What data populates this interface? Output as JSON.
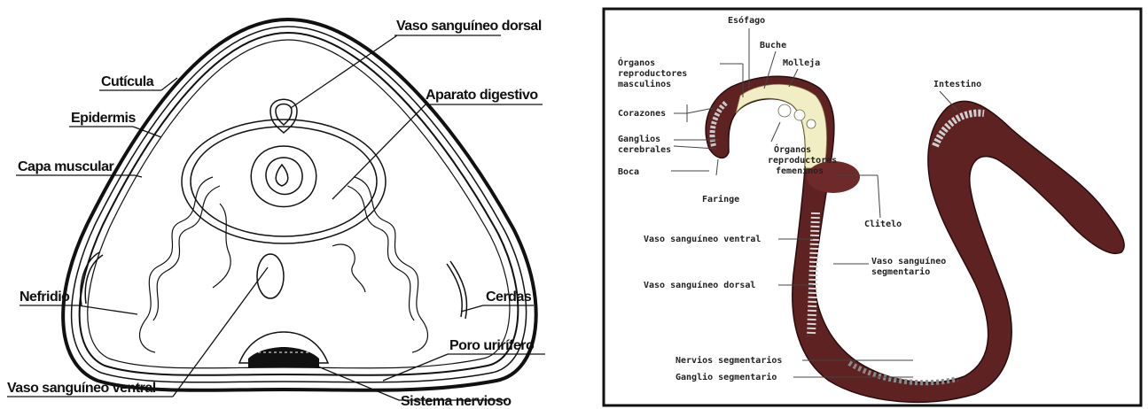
{
  "cross_section": {
    "labels": {
      "vaso_dorsal": "Vaso sanguíneo dorsal",
      "cuticula": "Cutícula",
      "epidermis": "Epidermis",
      "aparato_digestivo": "Aparato digestivo",
      "capa_muscular": "Capa muscular",
      "nefridio": "Nefridio",
      "cerdas": "Cerdas",
      "poro_urinifero": "Poro urirífero",
      "vaso_ventral": "Vaso sanguíneo ventral",
      "sistema_nervioso": "Sistema nervioso"
    }
  },
  "earthworm": {
    "labels": {
      "esofago": "Esófago",
      "buche": "Buche",
      "organos_masc_1": "Órganos",
      "organos_masc_2": "reproductores",
      "organos_masc_3": "masculinos",
      "molleja": "Molleja",
      "intestino": "Intestino",
      "corazones": "Corazones",
      "ganglios_1": "Ganglios",
      "ganglios_2": "cerebrales",
      "organos_fem_1": "Órganos",
      "organos_fem_2": "reproductores",
      "organos_fem_3": "femeninos",
      "boca": "Boca",
      "faringe": "Faringe",
      "clitelo": "Clitelo",
      "vaso_ventral": "Vaso sanguíneo ventral",
      "vaso_seg_1": "Vaso sanguíneo",
      "vaso_seg_2": "segmentario",
      "vaso_dorsal": "Vaso sanguíneo dorsal",
      "nervios_seg": "Nervios segmentarios",
      "ganglio_seg": "Ganglio segmentario"
    }
  }
}
